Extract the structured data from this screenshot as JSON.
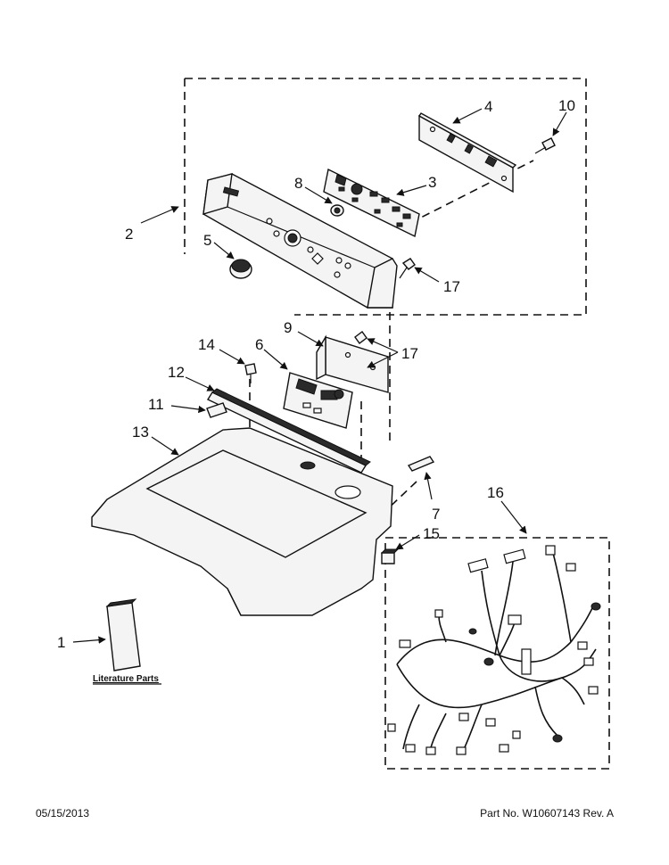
{
  "callouts": [
    {
      "id": "1",
      "text": "1"
    },
    {
      "id": "2",
      "text": "2"
    },
    {
      "id": "3",
      "text": "3"
    },
    {
      "id": "4",
      "text": "4"
    },
    {
      "id": "5",
      "text": "5"
    },
    {
      "id": "6",
      "text": "6"
    },
    {
      "id": "7",
      "text": "7"
    },
    {
      "id": "8",
      "text": "8"
    },
    {
      "id": "9",
      "text": "9"
    },
    {
      "id": "10",
      "text": "10"
    },
    {
      "id": "11",
      "text": "11"
    },
    {
      "id": "12",
      "text": "12"
    },
    {
      "id": "13",
      "text": "13"
    },
    {
      "id": "14",
      "text": "14"
    },
    {
      "id": "15",
      "text": "15"
    },
    {
      "id": "16",
      "text": "16"
    },
    {
      "id": "17a",
      "text": "17"
    },
    {
      "id": "17b",
      "text": "17"
    }
  ],
  "literature_label": "Literature Parts",
  "footer": {
    "date": "05/15/2013",
    "part_number": "Part No.  W10607143  Rev.  A"
  }
}
